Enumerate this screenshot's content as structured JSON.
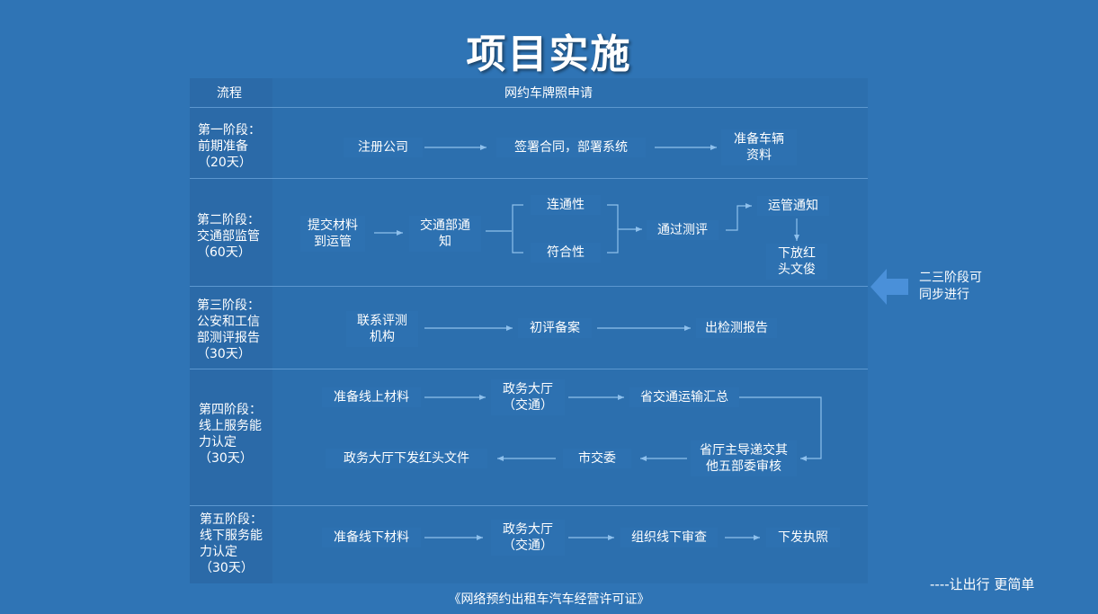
{
  "title": "项目实施",
  "header": {
    "col1": "流程",
    "col2": "网约车牌照申请"
  },
  "stages": [
    {
      "label": "第一阶段：\n前期准备\n（20天）"
    },
    {
      "label": "第二阶段：\n交通部监管\n（60天）"
    },
    {
      "label": "第三阶段：\n公安和工信\n部测评报告\n（30天）"
    },
    {
      "label": "第四阶段：\n线上服务能\n力认定\n（30天）"
    },
    {
      "label": "第五阶段：\n线下服务能\n力认定\n（30天）"
    }
  ],
  "nodes": {
    "s1_register": "注册公司",
    "s1_contract": "签署合同，部署系统",
    "s1_vehicle": "准备车辆\n资料",
    "s2_submit": "提交材料\n到运管",
    "s2_transport": "交通部通\n知",
    "s2_connect": "连通性",
    "s2_comply": "符合性",
    "s2_pass": "通过测评",
    "s2_notice": "运管通知",
    "s2_doc": "下放红\n头文俊",
    "s3_contact": "联系评测\n机构",
    "s3_initial": "初评备案",
    "s3_report": "出检测报告",
    "s4_online": "准备线上材料",
    "s4_hall": "政务大厅\n（交通）",
    "s4_province": "省交通运输汇总",
    "s4_review": "省厅主导递交其\n他五部委审核",
    "s4_city": "市交委",
    "s4_issue": "政务大厅下发红头文件",
    "s5_offline": "准备线下材料",
    "s5_hall": "政务大厅\n（交通）",
    "s5_inspect": "组织线下审查",
    "s5_license": "下发执照"
  },
  "side_note": "二三阶段可\n同步进行",
  "tagline": "----让出行 更简单",
  "footer": "《网络预约出租车汽车经营许可证》",
  "colors": {
    "background": "#2f74b5",
    "line": "#5c97cf",
    "connector": "#8ec0ec",
    "arrow": "#4a90d9"
  }
}
